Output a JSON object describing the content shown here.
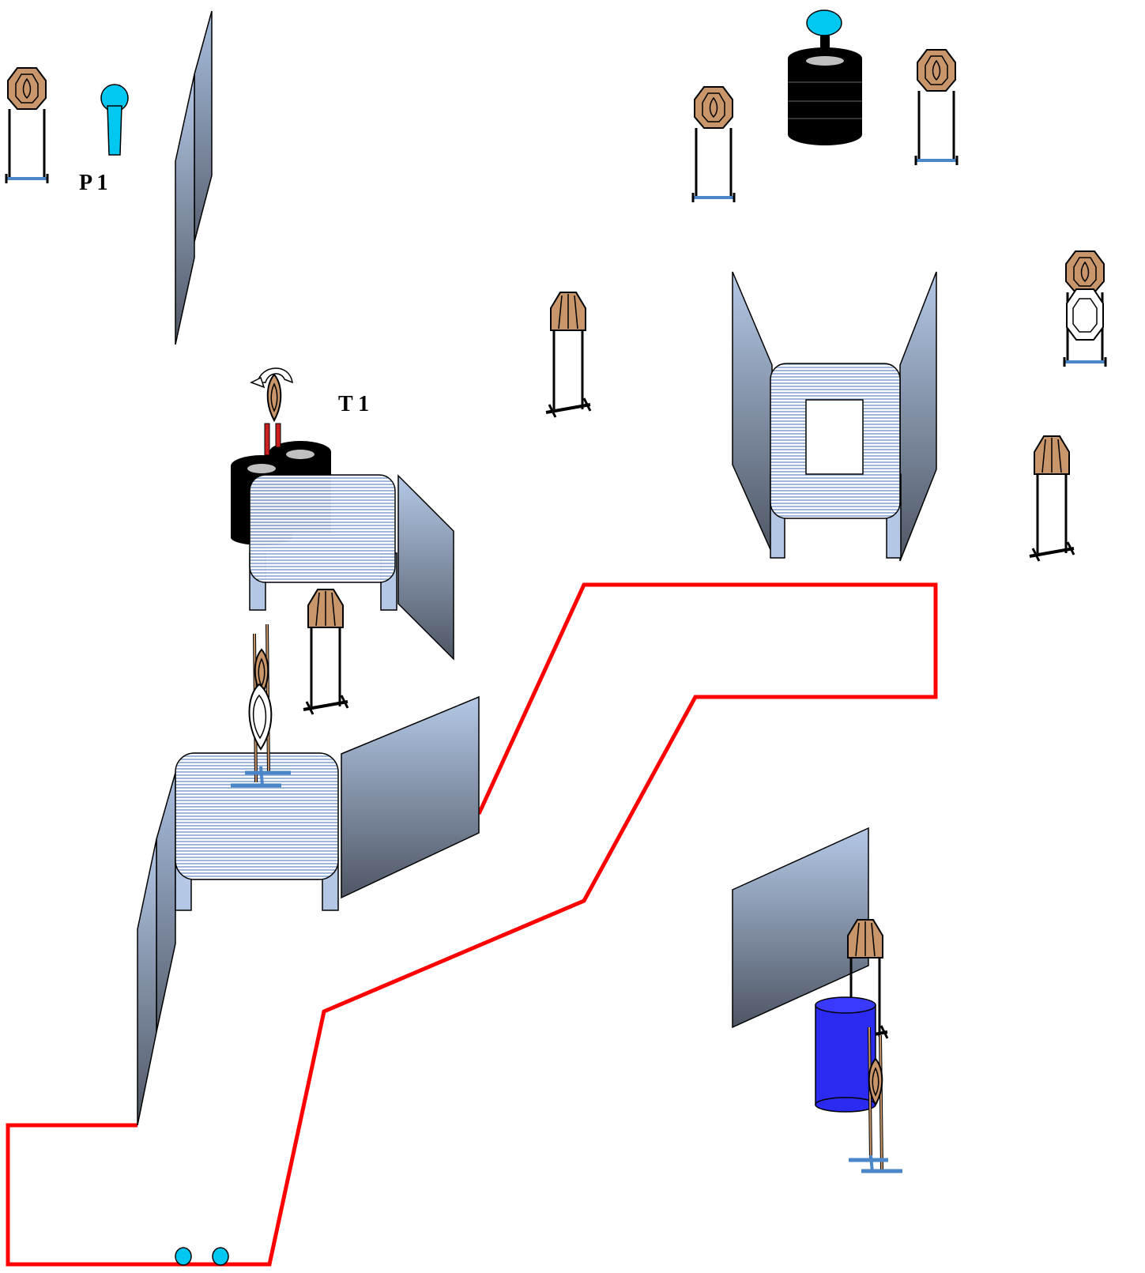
{
  "labels": {
    "popper": "P 1",
    "turner": "T 1"
  },
  "colors": {
    "fault_line": "#ff0000",
    "target_tan": "#c8966a",
    "no_shoot_white": "#ffffff",
    "popper_cyan": "#00c8f0",
    "barrel_blue": "#2a2af0",
    "tire_black": "#000000",
    "stand_blue": "#4a86c8"
  },
  "icons": {
    "target": "paper-target-icon",
    "no_shoot": "no-shoot-target-icon",
    "popper": "steel-popper-icon",
    "barrel": "barrel-icon",
    "tires": "tire-stack-icon",
    "wall": "vision-barrier-wall",
    "start_marks": "start-position-icon"
  }
}
